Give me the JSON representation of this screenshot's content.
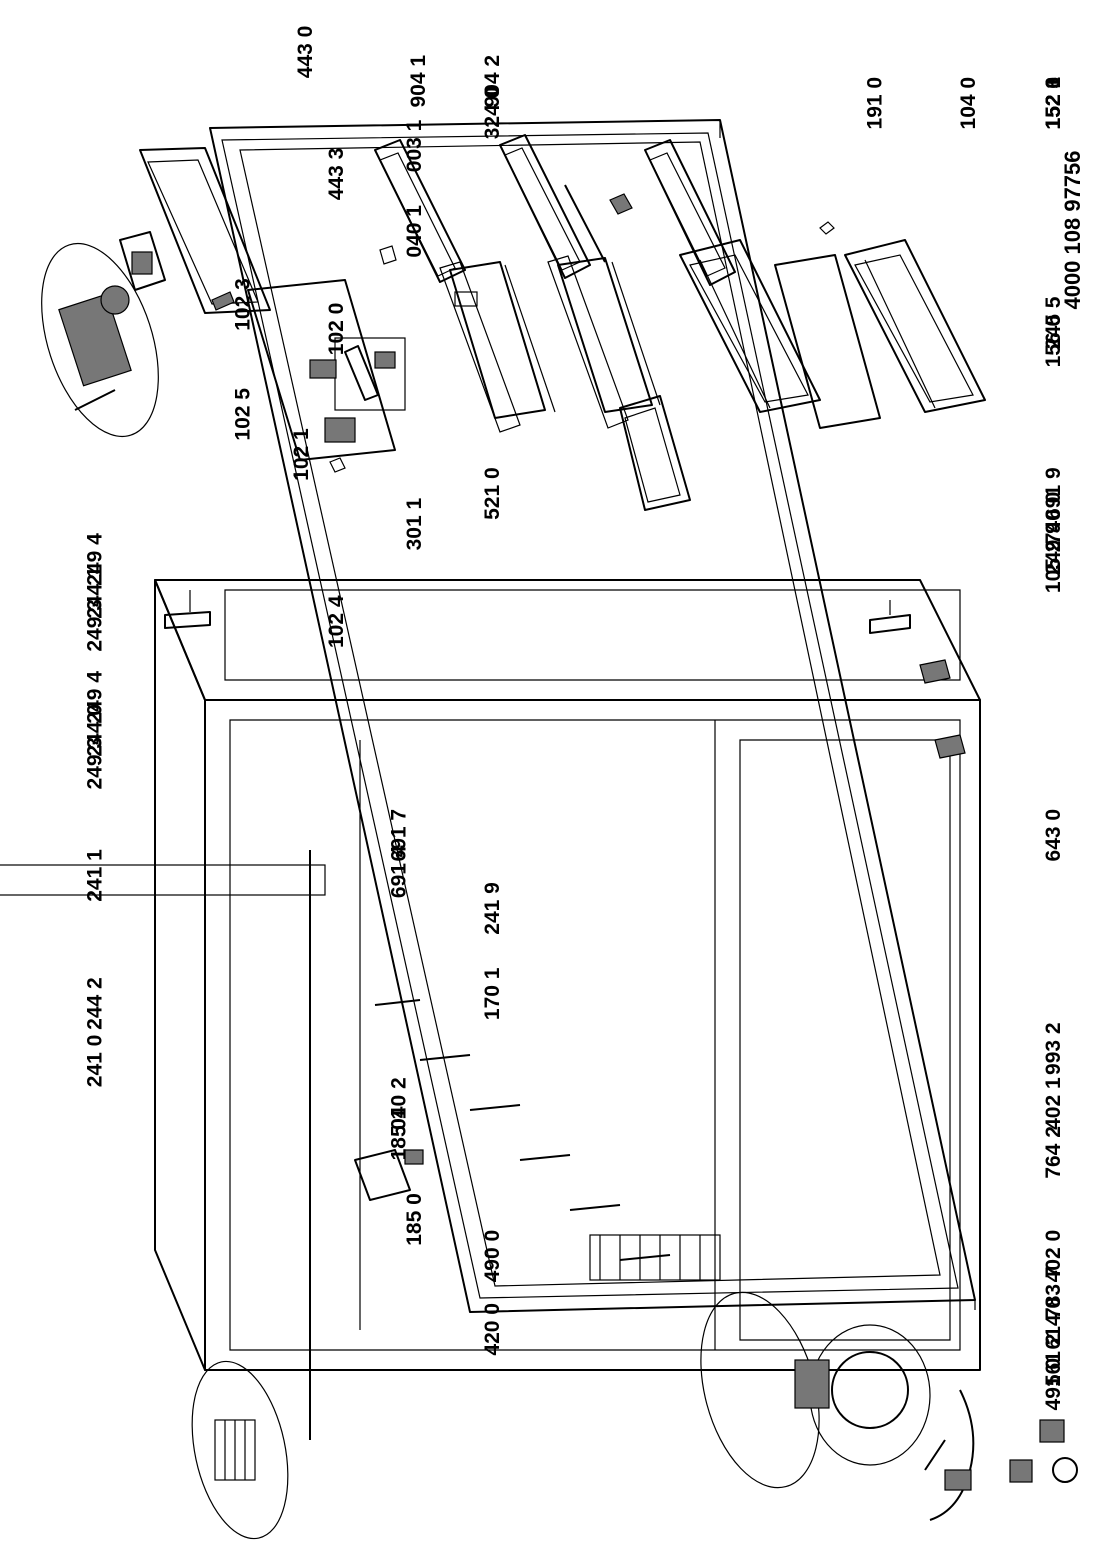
{
  "document_number": "4000 108 97756",
  "part_labels": [
    {
      "id": "p904-2",
      "text": "904 2"
    },
    {
      "id": "p904-1",
      "text": "904 1"
    },
    {
      "id": "p324-0",
      "text": "324 0"
    },
    {
      "id": "p003-1",
      "text": "003 1"
    },
    {
      "id": "p040-1",
      "text": "040 1"
    },
    {
      "id": "p521-0",
      "text": "521 0"
    },
    {
      "id": "p301-1",
      "text": "301 1"
    },
    {
      "id": "p691-7",
      "text": "691 7"
    },
    {
      "id": "p691-4",
      "text": "691 4"
    },
    {
      "id": "p040-2",
      "text": "040 2"
    },
    {
      "id": "p185-1",
      "text": "185 1"
    },
    {
      "id": "p185-0",
      "text": "185 0"
    },
    {
      "id": "p490-0",
      "text": "490 0"
    },
    {
      "id": "p420-0",
      "text": "420 0"
    },
    {
      "id": "p156-0",
      "text": "156 0"
    },
    {
      "id": "p245-5",
      "text": "245 5"
    },
    {
      "id": "p691-9",
      "text": "691 9"
    },
    {
      "id": "p740-0",
      "text": "740 0"
    },
    {
      "id": "p643-0",
      "text": "643 0"
    },
    {
      "id": "p993-2",
      "text": "993 2"
    },
    {
      "id": "p402-1",
      "text": "402 1"
    },
    {
      "id": "p764-2",
      "text": "764 2"
    },
    {
      "id": "p402-0",
      "text": "402 0"
    },
    {
      "id": "p783-7",
      "text": "783 7"
    },
    {
      "id": "p614-0",
      "text": "614 0"
    },
    {
      "id": "p561-2",
      "text": "561 2"
    },
    {
      "id": "p491-0",
      "text": "491 0"
    },
    {
      "id": "p443-0",
      "text": "443 0"
    },
    {
      "id": "p443-3",
      "text": "443 3"
    },
    {
      "id": "p102-0",
      "text": "102 0"
    },
    {
      "id": "p102-3",
      "text": "102 3"
    },
    {
      "id": "p102-5",
      "text": "102 5"
    },
    {
      "id": "p102-1",
      "text": "102 1"
    },
    {
      "id": "p102-4",
      "text": "102 4"
    },
    {
      "id": "p249-4a",
      "text": "249 4"
    },
    {
      "id": "p244-1",
      "text": "244 1"
    },
    {
      "id": "p249-3a",
      "text": "249 3"
    },
    {
      "id": "p249-4b",
      "text": "249 4"
    },
    {
      "id": "p244-0",
      "text": "244 0"
    },
    {
      "id": "p249-3b",
      "text": "249 3"
    },
    {
      "id": "p241-9",
      "text": "241 9"
    },
    {
      "id": "p241-1",
      "text": "241 1"
    },
    {
      "id": "p244-2",
      "text": "244 2"
    },
    {
      "id": "p241-0",
      "text": "241 0"
    },
    {
      "id": "p170-1",
      "text": "170 1"
    },
    {
      "id": "p191-0",
      "text": "191 0"
    },
    {
      "id": "p104-0",
      "text": "104 0"
    },
    {
      "id": "p152-0",
      "text": "152 0"
    },
    {
      "id": "p152-1",
      "text": "152 1"
    },
    {
      "id": "p152-6",
      "text": "152 6"
    },
    {
      "id": "p152-3",
      "text": "152 3"
    },
    {
      "id": "p249-9",
      "text": "249 9"
    },
    {
      "id": "p105-2",
      "text": "105 2"
    }
  ]
}
